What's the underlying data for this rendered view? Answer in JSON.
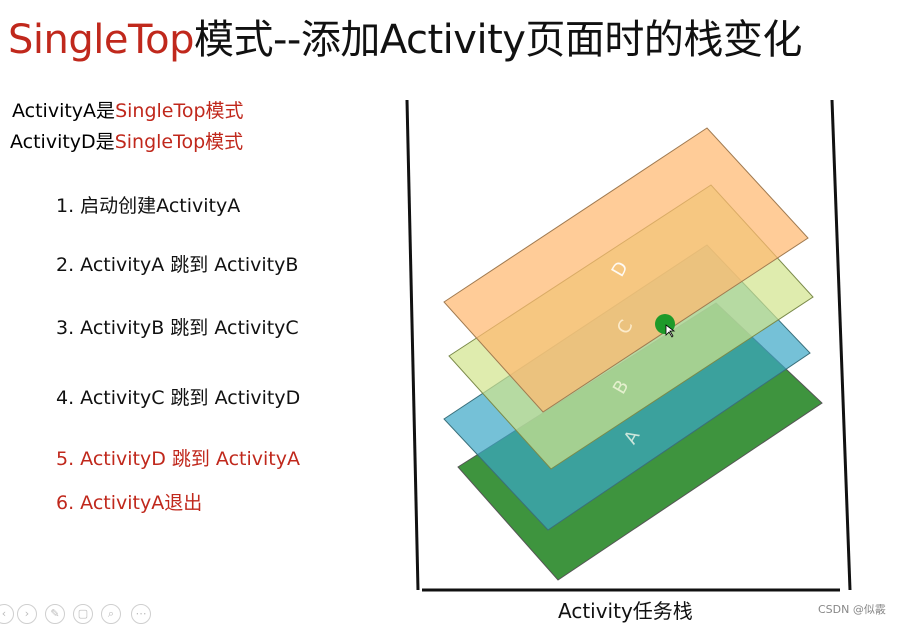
{
  "title": {
    "part1": "SingleTop",
    "part2": "模式--添加Activity页面时的栈变化"
  },
  "modes": [
    {
      "activity": "ActivityA是",
      "mode": "SingleTop模式"
    },
    {
      "activity": "ActivityD是",
      "mode": "SingleTop模式"
    }
  ],
  "steps": [
    {
      "text": "1. 启动创建ActivityA",
      "highlight": false
    },
    {
      "text": "2. ActivityA 跳到 ActivityB",
      "highlight": false
    },
    {
      "text": "3. ActivityB 跳到 ActivityC",
      "highlight": false
    },
    {
      "text": "4. ActivityC 跳到 ActivityD",
      "highlight": false
    },
    {
      "text": "5. ActivityD 跳到 ActivityA",
      "highlight": true
    },
    {
      "text": "6. ActivityA退出",
      "highlight": true
    }
  ],
  "stack": {
    "label": "Activity任务栈",
    "layers": [
      {
        "name": "A",
        "fill": "#2e8b2e",
        "opacity": 0.92
      },
      {
        "name": "B",
        "fill": "#3aa7c6",
        "opacity": 0.7
      },
      {
        "name": "C",
        "fill": "#d2e48c",
        "opacity": 0.7
      },
      {
        "name": "D",
        "fill": "#ffb870",
        "opacity": 0.72
      }
    ],
    "cursor_color": "#1e9a2a"
  },
  "watermark": "CSDN @似霰",
  "colors": {
    "accent": "#c0281c",
    "text": "#111111"
  },
  "toolbar_icons": [
    "prev-icon",
    "next-icon",
    "pen-icon",
    "copy-icon",
    "zoom-icon",
    "more-icon"
  ]
}
